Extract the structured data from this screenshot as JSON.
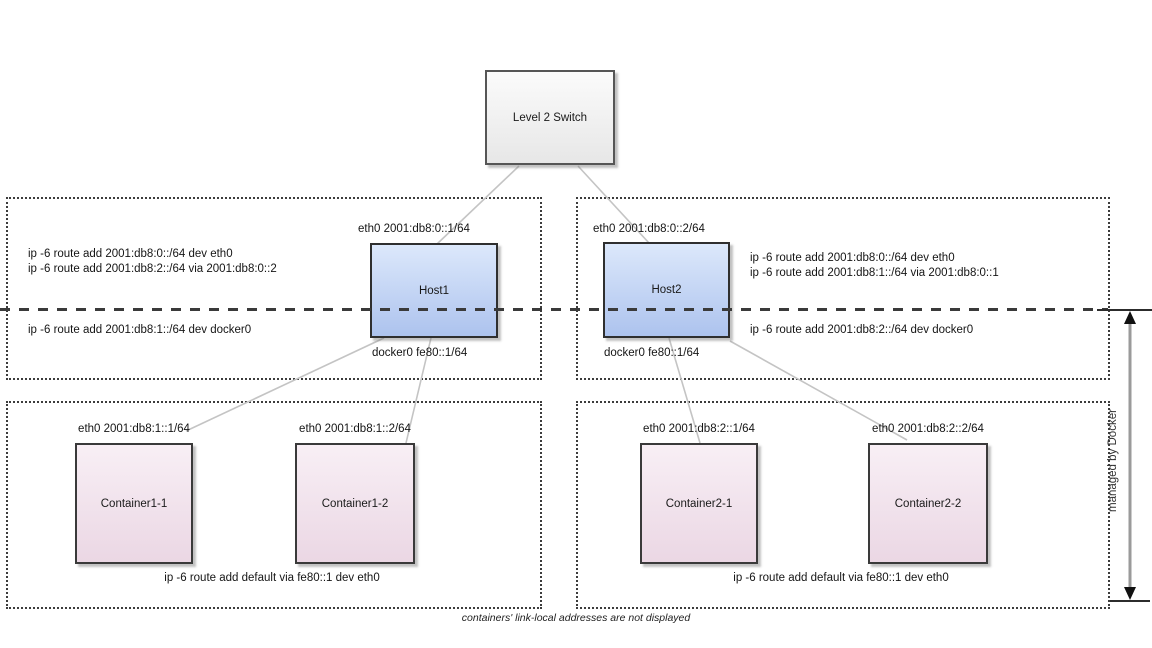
{
  "diagram": {
    "switch": {
      "label": "Level 2 Switch"
    },
    "host1_zone": {
      "routes_upper": [
        "ip -6 route add 2001:db8:0::/64 dev eth0",
        "ip -6 route add 2001:db8:2::/64 via 2001:db8:0::2"
      ],
      "route_lower": "ip -6 route add 2001:db8:1::/64 dev docker0",
      "host": {
        "label": "Host1",
        "eth0_label": "eth0 2001:db8:0::1/64",
        "docker0_label": "docker0 fe80::1/64"
      }
    },
    "host2_zone": {
      "routes_upper": [
        "ip -6 route add 2001:db8:0::/64 dev eth0",
        "ip -6 route add 2001:db8:1::/64 via 2001:db8:0::1"
      ],
      "route_lower": "ip -6 route add 2001:db8:2::/64 dev docker0",
      "host": {
        "label": "Host2",
        "eth0_label": "eth0 2001:db8:0::2/64",
        "docker0_label": "docker0 fe80::1/64"
      }
    },
    "containers1_zone": {
      "containers": [
        {
          "label": "Container1-1",
          "eth0_label": "eth0 2001:db8:1::1/64"
        },
        {
          "label": "Container1-2",
          "eth0_label": "eth0 2001:db8:1::2/64"
        }
      ],
      "default_route": "ip -6 route add default via fe80::1 dev eth0"
    },
    "containers2_zone": {
      "containers": [
        {
          "label": "Container2-1",
          "eth0_label": "eth0 2001:db8:2::1/64"
        },
        {
          "label": "Container2-2",
          "eth0_label": "eth0 2001:db8:2::2/64"
        }
      ],
      "default_route": "ip -6 route add default via fe80::1 dev eth0"
    },
    "annotations": {
      "managed_by": "managed by Docker",
      "caption": "containers' link-local addresses are not displayed"
    },
    "colors": {
      "switch_fill_top": "#fbfbfb",
      "switch_fill_bottom": "#e7e7e7",
      "host_fill_top": "#dce8fb",
      "host_fill_bottom": "#adc3ee",
      "container_fill_top": "#f8eff5",
      "container_fill_bottom": "#ebd7e4",
      "link_line": "#c4c4c4",
      "dashed_line": "#3a3a3a"
    }
  }
}
